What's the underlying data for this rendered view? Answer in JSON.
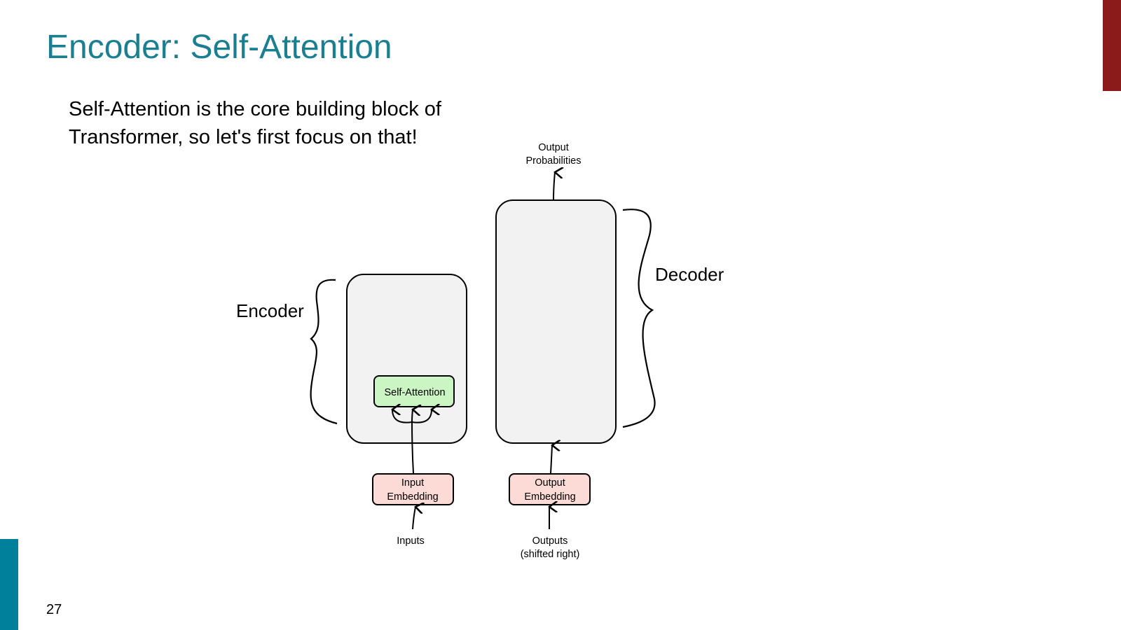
{
  "slide": {
    "title": "Encoder: Self-Attention",
    "subtitle_lines": [
      "Self-Attention is the core building block of",
      "Transformer, so let's first focus on that!"
    ],
    "page_number": "27"
  },
  "diagram": {
    "encoder_label": "Encoder",
    "decoder_label": "Decoder",
    "self_attention": "Self-Attention",
    "input_embedding": [
      "Input",
      "Embedding"
    ],
    "output_embedding": [
      "Output",
      "Embedding"
    ],
    "inputs": "Inputs",
    "outputs": [
      "Outputs",
      "(shifted right)"
    ],
    "output_probabilities": [
      "Output",
      "Probabilities"
    ]
  },
  "colors": {
    "title": "#1a7f91",
    "accent_red": "#8b1a1a",
    "accent_teal": "#00809a",
    "block_fill": "#f2f2f2",
    "self_attention_fill": "#ccf5c4",
    "embedding_fill": "#fcdad6"
  }
}
